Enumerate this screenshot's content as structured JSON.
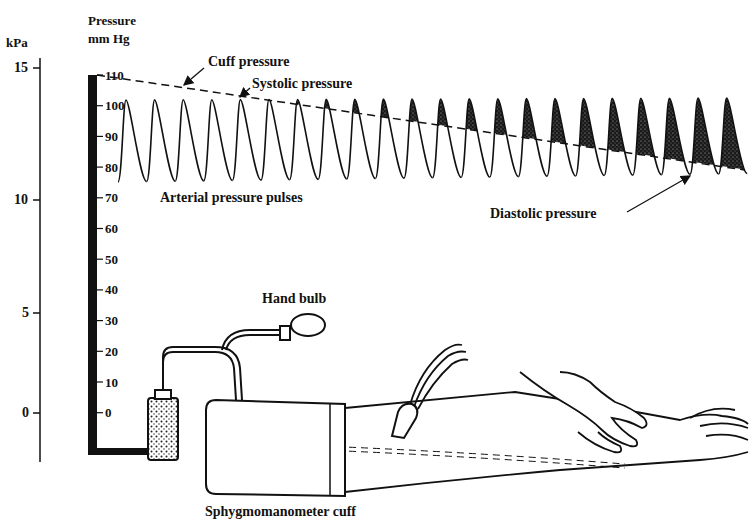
{
  "diagram": {
    "labels": [
      "Pressure",
      "mm Hg",
      "kPa",
      "15",
      "10",
      "5",
      "0",
      "110",
      "100",
      "90",
      "80",
      "70",
      "60",
      "50",
      "40",
      "30",
      "20",
      "10",
      "0",
      "Cuff pressure",
      "Systolic pressure",
      "Arterial pressure pulses",
      "Diastolic pressure",
      "Hand bulb",
      "Sphygmomanometer cuff"
    ]
  }
}
